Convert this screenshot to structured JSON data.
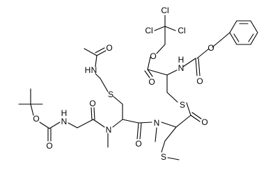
{
  "molecule": {
    "labels": {
      "cl_top": "Cl",
      "cl_left": "Cl",
      "cl_right": "Cl",
      "o_ester_single": "O",
      "o_ester_double": "O",
      "nh_cbz": "N",
      "h_cbz": "H",
      "o_cbz_single": "O",
      "o_cbz_double": "O",
      "o_acetyl": "O",
      "nh_acm": "N",
      "h_acm": "H",
      "s_left": "S",
      "s_thioester": "S",
      "s_methyl": "S",
      "o_boc_single": "O",
      "o_boc_double": "O",
      "nh_boc": "N",
      "h_boc": "H",
      "o_gly": "O",
      "n_me_left": "N",
      "o_cys": "O",
      "n_me_right": "N",
      "o_thioester": "O"
    }
  }
}
